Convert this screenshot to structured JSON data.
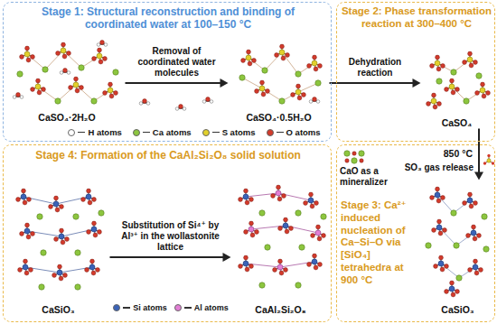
{
  "diagram": {
    "nodes": [
      {
        "text": [
          "Stage 1: Structural reconstruction and binding of coordinated water at 100–150 °C"
        ]
      },
      {
        "text": [
          "CaSO₄·2H₂O"
        ],
        "in": 0
      },
      {
        "text": [
          "CaSO₄·0.5H₂O"
        ],
        "in": 0
      },
      {
        "text": [
          "Stage 2: Phase transformation reaction at 300–400 °C"
        ]
      },
      {
        "text": [
          "CaSO₄"
        ],
        "in": 3
      },
      {
        "text": [
          "Stage 4: Formation of the CaAl₂Si₂O₈ solid solution"
        ]
      },
      {
        "text": [
          "CaSiO₃"
        ],
        "in": 5
      },
      {
        "text": [
          "CaAl₂Si₂O₈"
        ],
        "in": 5
      },
      {
        "text": [
          "Stage 3: Ca²⁺ induced nucleation of Ca–Si–O via [SiO₄] tetrahedra at 900 °C"
        ]
      },
      {
        "text": [
          "CaSiO₃"
        ],
        "in": 8
      }
    ],
    "edges": [
      {
        "from": 1,
        "to": 2,
        "arrow": "to",
        "label": "Removal of coordinated water molecules"
      },
      {
        "from": 2,
        "to": 4,
        "arrow": "to",
        "label": "Dehydration reaction"
      },
      {
        "from": 4,
        "to": 9,
        "arrow": "to",
        "label": "850 °C"
      },
      {
        "from": 6,
        "to": 7,
        "arrow": "to",
        "label": "Substitution of Si⁴⁺ by Al³⁺ in the wollastonite lattice"
      }
    ],
    "labels": [
      "CaO as a mineralizer",
      "SO₃ gas release"
    ],
    "legend": [
      {
        "text": "H atoms",
        "color": "#ffffff"
      },
      {
        "text": "Ca atoms",
        "color": "#8dc63f"
      },
      {
        "text": "S atoms",
        "color": "#e2d12c"
      },
      {
        "text": "O atoms",
        "color": "#d33a2b"
      },
      {
        "text": "Si atoms",
        "color": "#3a63b8"
      },
      {
        "text": "Al atoms",
        "color": "#e37fd6"
      }
    ]
  }
}
